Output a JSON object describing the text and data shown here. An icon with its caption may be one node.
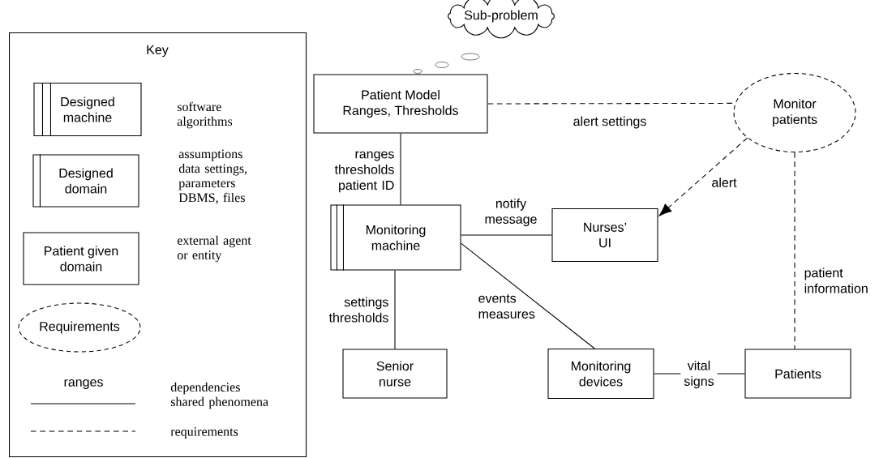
{
  "diagram": {
    "nodes": [
      {
        "text": [
          "Key"
        ]
      },
      {
        "text": [
          "Designed machine"
        ],
        "in": 0,
        "beside": [
          "software algorithms"
        ]
      },
      {
        "text": [
          "Designed domain"
        ],
        "in": 0,
        "beside": [
          "assumptions data settings, parameters DBMS, files"
        ]
      },
      {
        "text": [
          "Patient given domain"
        ],
        "in": 0,
        "beside": [
          "external agent or entity"
        ]
      },
      {
        "text": [
          "Requirements"
        ],
        "in": 0
      },
      {
        "text": [
          "Sub-problem"
        ]
      },
      {
        "text": [
          "Patient Model Ranges, Thresholds"
        ]
      },
      {
        "text": [
          "Monitor patients"
        ]
      },
      {
        "text": [
          "Monitoring machine"
        ]
      },
      {
        "text": [
          "Nurses’ UI"
        ]
      },
      {
        "text": [
          "Senior nurse"
        ]
      },
      {
        "text": [
          "Monitoring devices"
        ]
      },
      {
        "text": [
          "Patients"
        ]
      }
    ],
    "edges": [
      {
        "from": 6,
        "to": 7,
        "arrow": "none",
        "style": "dashed",
        "label": "alert settings"
      },
      {
        "from": 6,
        "to": 8,
        "arrow": "none",
        "label": "ranges thresholds patient ID"
      },
      {
        "from": 8,
        "to": 9,
        "arrow": "none",
        "label": "notify message"
      },
      {
        "from": 7,
        "to": 9,
        "arrow": "to",
        "style": "dashed",
        "label": "alert"
      },
      {
        "from": 7,
        "to": 12,
        "arrow": "none",
        "style": "dashed",
        "label": "patient information"
      },
      {
        "from": 8,
        "to": 10,
        "arrow": "none",
        "label": "settings thresholds"
      },
      {
        "from": 8,
        "to": 11,
        "arrow": "none",
        "label": "events measures"
      },
      {
        "from": 11,
        "to": 12,
        "arrow": "none",
        "label": "vital signs"
      }
    ],
    "labels": [
      "ranges"
    ],
    "legend": [
      {
        "text": "dependencies shared phenomena"
      },
      {
        "text": "requirements"
      }
    ]
  }
}
